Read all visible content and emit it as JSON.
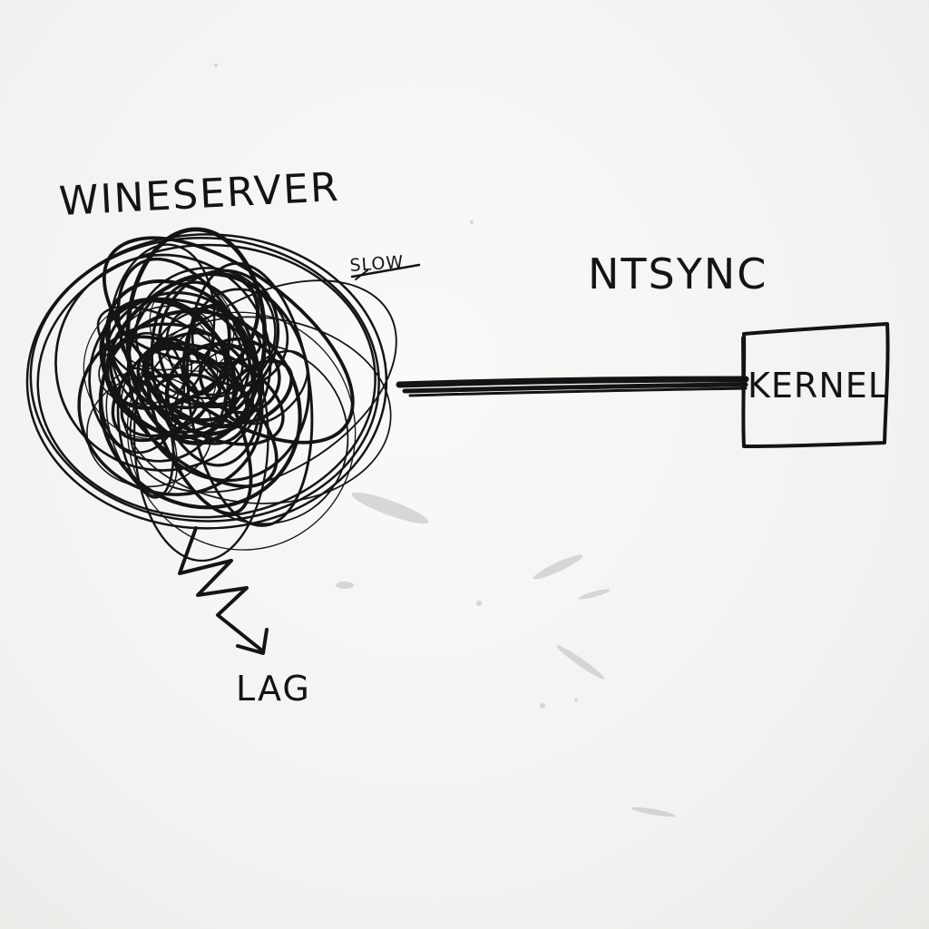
{
  "diagram": {
    "wineserver": {
      "label": "WINESERVER",
      "note": "SLOW"
    },
    "ntsync": {
      "label": "NTSYNC"
    },
    "kernel": {
      "label": "KERNEL"
    },
    "lag": {
      "label": "LAG"
    }
  },
  "colors": {
    "ink": "#141414",
    "board": "#f3f3f1"
  }
}
